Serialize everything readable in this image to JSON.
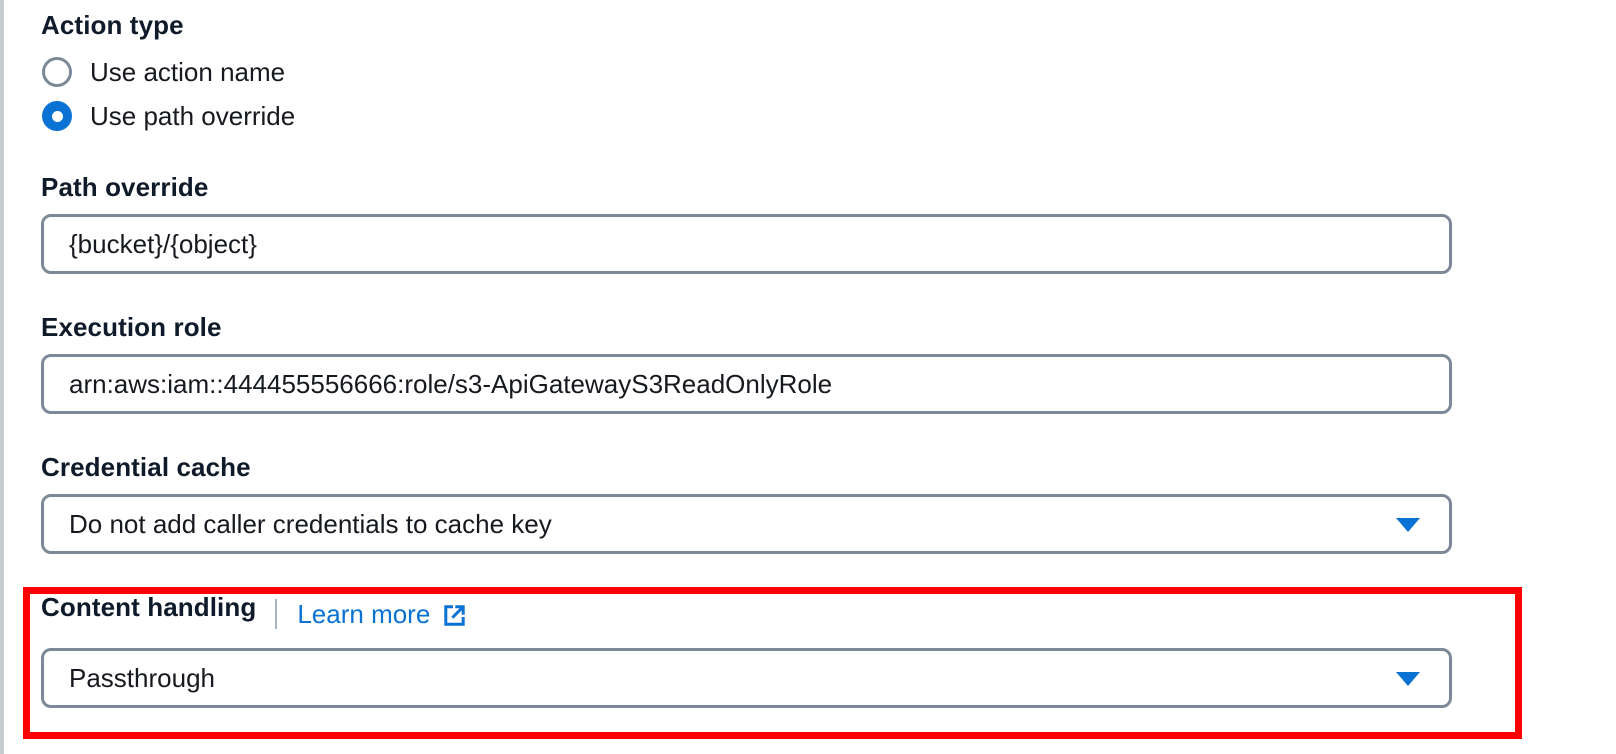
{
  "form": {
    "action_type": {
      "label": "Action type",
      "options": [
        {
          "label": "Use action name",
          "selected": false
        },
        {
          "label": "Use path override",
          "selected": true
        }
      ]
    },
    "path_override": {
      "label": "Path override",
      "value": "{bucket}/{object}"
    },
    "execution_role": {
      "label": "Execution role",
      "value": "arn:aws:iam::444455556666:role/s3-ApiGatewayS3ReadOnlyRole"
    },
    "credential_cache": {
      "label": "Credential cache",
      "value": "Do not add caller credentials to cache key"
    },
    "content_handling": {
      "label": "Content handling",
      "learn_more": "Learn more",
      "value": "Passthrough"
    }
  },
  "icons": {
    "external_link": "external-link-icon",
    "dropdown_caret": "chevron-down-icon"
  },
  "colors": {
    "accent_blue": "#0972d3",
    "border_gray": "#7d8998",
    "text_dark": "#16191f",
    "label_dark": "#0f1b2a",
    "highlight_red": "#ff0000"
  }
}
